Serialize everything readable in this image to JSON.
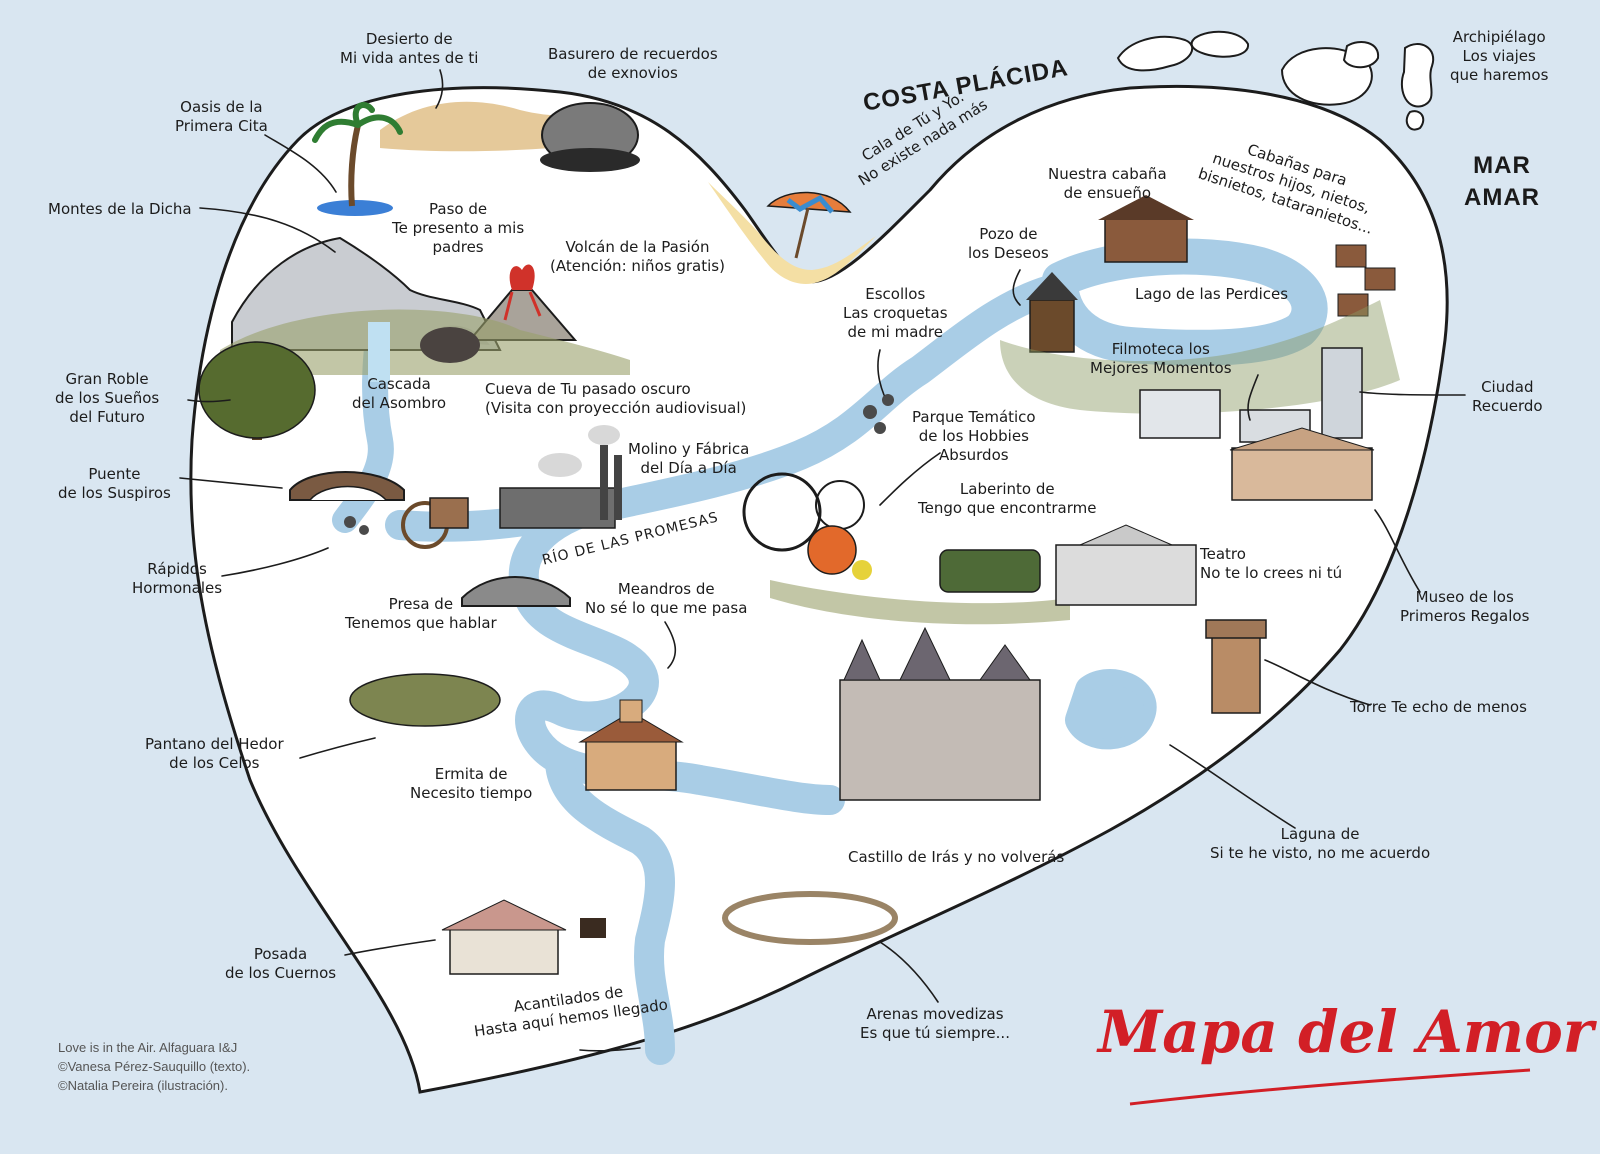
{
  "title": "Mapa del Amor",
  "credits": "Love is in the Air. Alfaguara I&J\n©Vanesa Pérez-Sauquillo (texto).\n©Natalia Pereira (ilustración).",
  "colors": {
    "sea": "#d9e6f1",
    "land": "#ffffff",
    "river": "#a9cde6",
    "title": "#d21f26",
    "ink": "#1c1c1c"
  },
  "regions": {
    "coast": "COSTA PLÁCIDA",
    "sea": "MAR\nAMAR",
    "river": "RÍO DE LAS PROMESAS"
  },
  "places": {
    "desierto": "Desierto de\nMi vida antes de ti",
    "basurero": "Basurero de recuerdos\nde exnovios",
    "archipielago": "Archipiélago\nLos viajes\nque haremos",
    "oasis": "Oasis de la\nPrimera Cita",
    "cala": "Cala de Tú y Yo.\nNo existe nada más",
    "cabanas": "Cabañas para\nnuestros hijos, nietos,\nbisnietos, tataranietos...",
    "cabana_ensueno": "Nuestra cabaña\nde ensueño",
    "montes": "Montes de la Dicha",
    "paso": "Paso de\nTe presento a mis\npadres",
    "volcan": "Volcán de la Pasión\n(Atención: niños gratis)",
    "pozo": "Pozo de\nlos Deseos",
    "lago": "Lago de las Perdices",
    "escollos": "Escollos\nLas croquetas\nde mi madre",
    "filmoteca": "Filmoteca los\nMejores Momentos",
    "ciudad": "Ciudad\nRecuerdo",
    "gran_roble": "Gran Roble\nde los Sueños\ndel Futuro",
    "cascada": "Cascada\ndel Asombro",
    "cueva": "Cueva de Tu pasado oscuro\n(Visita con proyección audiovisual)",
    "parque": "Parque Temático\nde los Hobbies\nAbsurdos",
    "molino": "Molino y Fábrica\ndel Día a Día",
    "puente": "Puente\nde los Suspiros",
    "laberinto": "Laberinto de\nTengo que encontrarme",
    "rapidos": "Rápidos\nHormonales",
    "teatro": "Teatro\nNo te lo crees ni tú",
    "presa": "Presa de\nTenemos que hablar",
    "meandros": "Meandros de\nNo sé lo que me pasa",
    "museo": "Museo de los\nPrimeros Regalos",
    "torre": "Torre Te echo de menos",
    "pantano": "Pantano del Hedor\nde los Celos",
    "ermita": "Ermita de\nNecesito tiempo",
    "laguna": "Laguna de\nSi te he visto, no me acuerdo",
    "castillo": "Castillo de Irás y no volverás",
    "posada": "Posada\nde los Cuernos",
    "arenas": "Arenas movedizas\nEs que tú siempre...",
    "acantilados": "Acantilados de\nHasta aquí hemos llegado"
  },
  "icons": [
    "palm-tree-icon",
    "trash-heap-icon",
    "beach-umbrella-icon",
    "mountain-icon",
    "volcano-icon",
    "oak-tree-icon",
    "cave-icon",
    "bridge-icon",
    "waterwheel-icon",
    "factory-icon",
    "well-icon",
    "cabin-icon",
    "city-icon",
    "museum-icon",
    "sports-icon",
    "maze-icon",
    "theater-icon",
    "dam-icon",
    "swamp-icon",
    "hermitage-icon",
    "castle-icon",
    "tower-icon",
    "inn-icon",
    "quicksand-icon",
    "waterfall-icon",
    "rocks-icon"
  ]
}
